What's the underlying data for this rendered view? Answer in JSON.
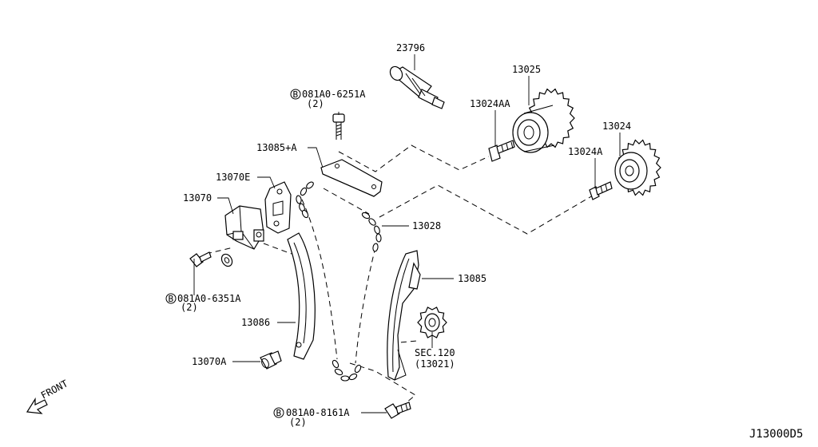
{
  "diagram": {
    "parts": {
      "p23796": "23796",
      "p13025": "13025",
      "p13024AA": "13024AA",
      "p13024": "13024",
      "p13024A": "13024A",
      "p13085A": "13085+A",
      "p13070E": "13070E",
      "p13070": "13070",
      "p13028": "13028",
      "p13085": "13085",
      "p13086": "13086",
      "p13070A": "13070A"
    },
    "bolts": [
      {
        "code": "081A0-6251A",
        "qty": "(2)"
      },
      {
        "code": "081A0-6351A",
        "qty": "(2)"
      },
      {
        "code": "081A0-8161A",
        "qty": "(2)"
      }
    ],
    "bolt_symbol": "B",
    "section_ref": {
      "sec": "SEC.120",
      "part": "(13021)"
    },
    "front_label": "FRONT",
    "diagram_id": "J13000D5"
  }
}
